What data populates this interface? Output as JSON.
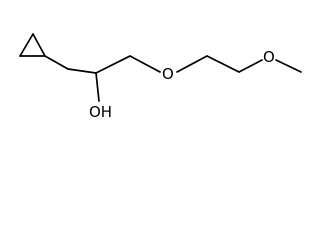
{
  "structure": {
    "atoms": {
      "hydroxyl": "OH",
      "ether_oxygen_1": "O",
      "ether_oxygen_2": "O"
    },
    "colors": {
      "bond": "#000000",
      "label": "#000000",
      "background": "#ffffff"
    }
  }
}
